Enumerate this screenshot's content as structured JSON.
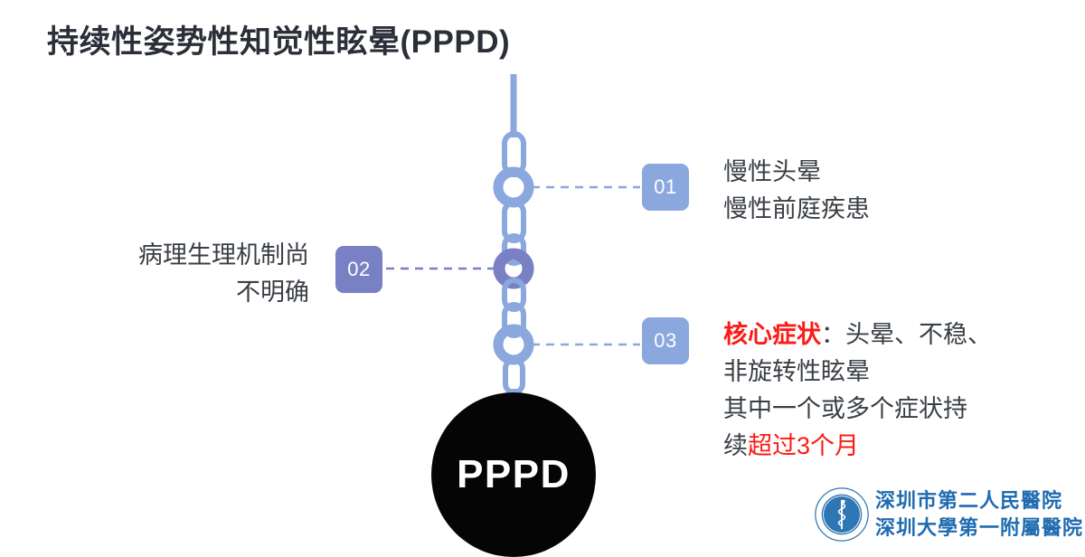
{
  "slide": {
    "title": "持续性姿势性知觉性眩晕(PPPD)",
    "background_color": "#ffffff",
    "title_color": "#2b3038"
  },
  "center_node": {
    "label": "PPPD",
    "fill_color": "#050505",
    "text_color": "#ffffff"
  },
  "badges": [
    {
      "id": "01",
      "label": "01",
      "color": "#8aa7de",
      "side": "right"
    },
    {
      "id": "02",
      "label": "02",
      "color": "#7a80c4",
      "side": "left"
    },
    {
      "id": "03",
      "label": "03",
      "color": "#8aa7de",
      "side": "right"
    }
  ],
  "items": {
    "item_01": {
      "line1": "慢性头晕",
      "line2": "慢性前庭疾患"
    },
    "item_02": {
      "line1": "病理生理机制尚",
      "line2": "不明确"
    },
    "item_03": {
      "line1_red": "核心症状",
      "line1_rest": "：头晕、不稳、",
      "line2": "非旋转性眩晕",
      "line3": "其中一个或多个症状持",
      "line4_dark": "续",
      "line4_red": "超过3个月"
    }
  },
  "colors": {
    "chain_light": "#8aa7de",
    "chain_dark": "#7a80c4",
    "body_text": "#3a3f45",
    "accent_red": "#fc1b15",
    "logo_blue": "#1f6bb0"
  },
  "logo": {
    "line1": "深圳市第二人民醫院",
    "line2": "深圳大學第一附屬醫院",
    "emblem_name": "rod-of-asclepius-emblem"
  }
}
